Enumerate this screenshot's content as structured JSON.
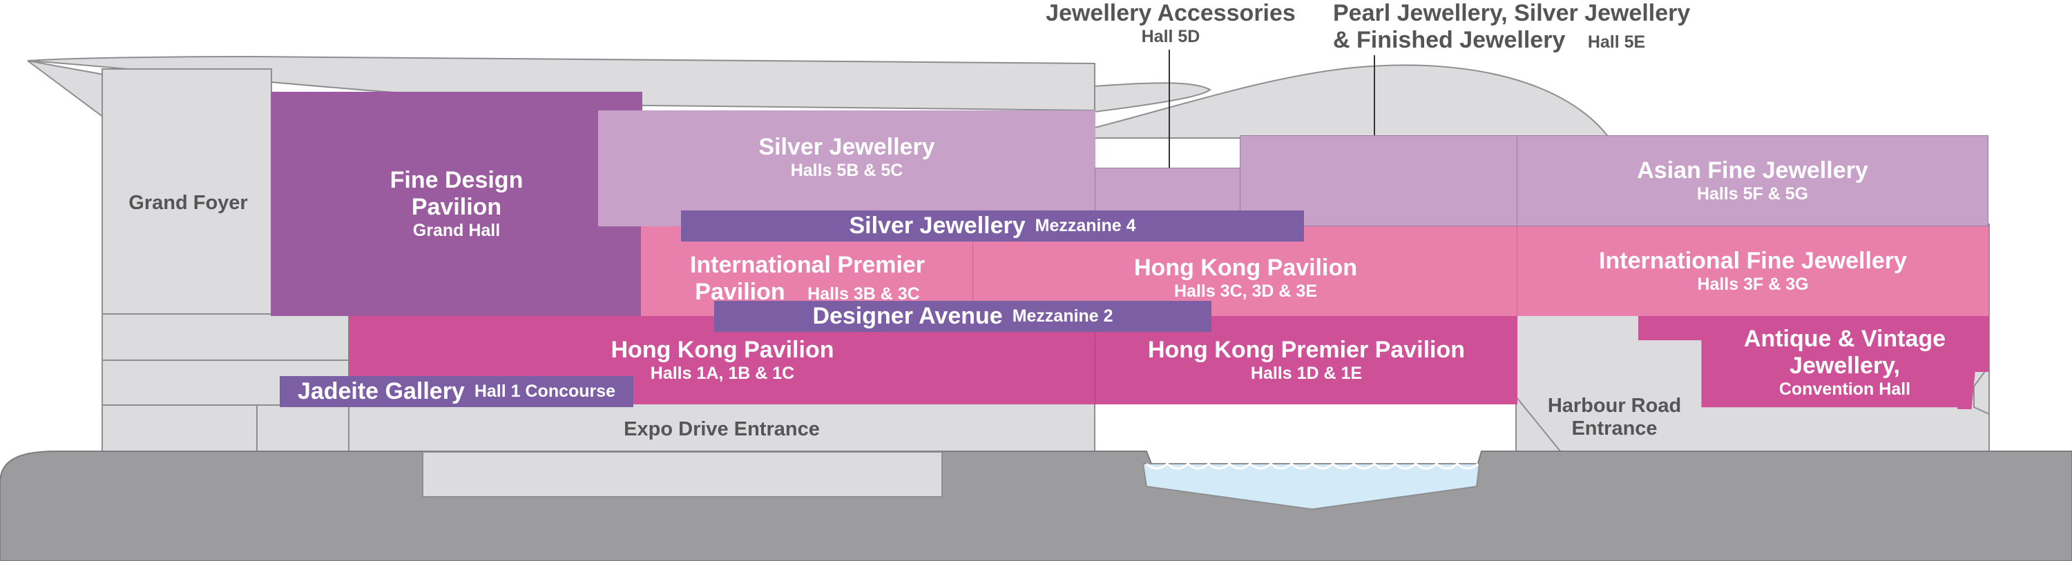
{
  "colors": {
    "background": "#ffffff",
    "building_grey": "#dcdcde",
    "ground": "#9c9c9e",
    "water": "#d3ebf8",
    "deep_purple": "#9a5c9e",
    "light_purple": "#c7a1c8",
    "pink": "#e880ab",
    "magenta": "#ce5198",
    "violet": "#7b5ea4",
    "label_grey": "#555555"
  },
  "callouts": {
    "accessories": {
      "name": "Jewellery Accessories",
      "hall": "Hall 5D"
    },
    "pearl": {
      "name_line1": "Pearl Jewellery, Silver Jewellery",
      "name_line2": "& Finished Jewellery",
      "hall": "Hall 5E"
    }
  },
  "zones": {
    "grand_foyer": {
      "name": "Grand Foyer"
    },
    "fine_design": {
      "name_line1": "Fine Design",
      "name_line2": "Pavilion",
      "hall": "Grand Hall"
    },
    "silver": {
      "name": "Silver Jewellery",
      "hall": "Halls 5B & 5C"
    },
    "asian_fine": {
      "name": "Asian Fine Jewellery",
      "hall": "Halls 5F & 5G"
    },
    "intl_premier": {
      "name_line1": "International Premier",
      "name_line2": "Pavilion",
      "hall": "Halls 3B & 3C"
    },
    "hk_pavilion_3": {
      "name": "Hong Kong Pavilion",
      "hall": "Halls 3C, 3D & 3E"
    },
    "intl_fine": {
      "name": "International Fine Jewellery",
      "hall": "Halls 3F & 3G"
    },
    "hk_pavilion_1": {
      "name": "Hong Kong Pavilion",
      "hall": "Halls 1A, 1B & 1C"
    },
    "hk_premier": {
      "name": "Hong Kong Premier Pavilion",
      "hall": "Halls 1D & 1E"
    },
    "antique": {
      "name_line1": "Antique & Vintage",
      "name_line2": "Jewellery,",
      "hall": "Convention Hall"
    },
    "expo_drive": {
      "name": "Expo Drive Entrance"
    },
    "harbour_road": {
      "name_line1": "Harbour Road",
      "name_line2": "Entrance"
    }
  },
  "bars": {
    "mezz4": {
      "name": "Silver Jewellery",
      "hall": "Mezzanine 4"
    },
    "mezz2": {
      "name": "Designer Avenue",
      "hall": "Mezzanine 2"
    },
    "jadeite": {
      "name": "Jadeite Gallery",
      "hall": "Hall 1 Concourse"
    }
  }
}
